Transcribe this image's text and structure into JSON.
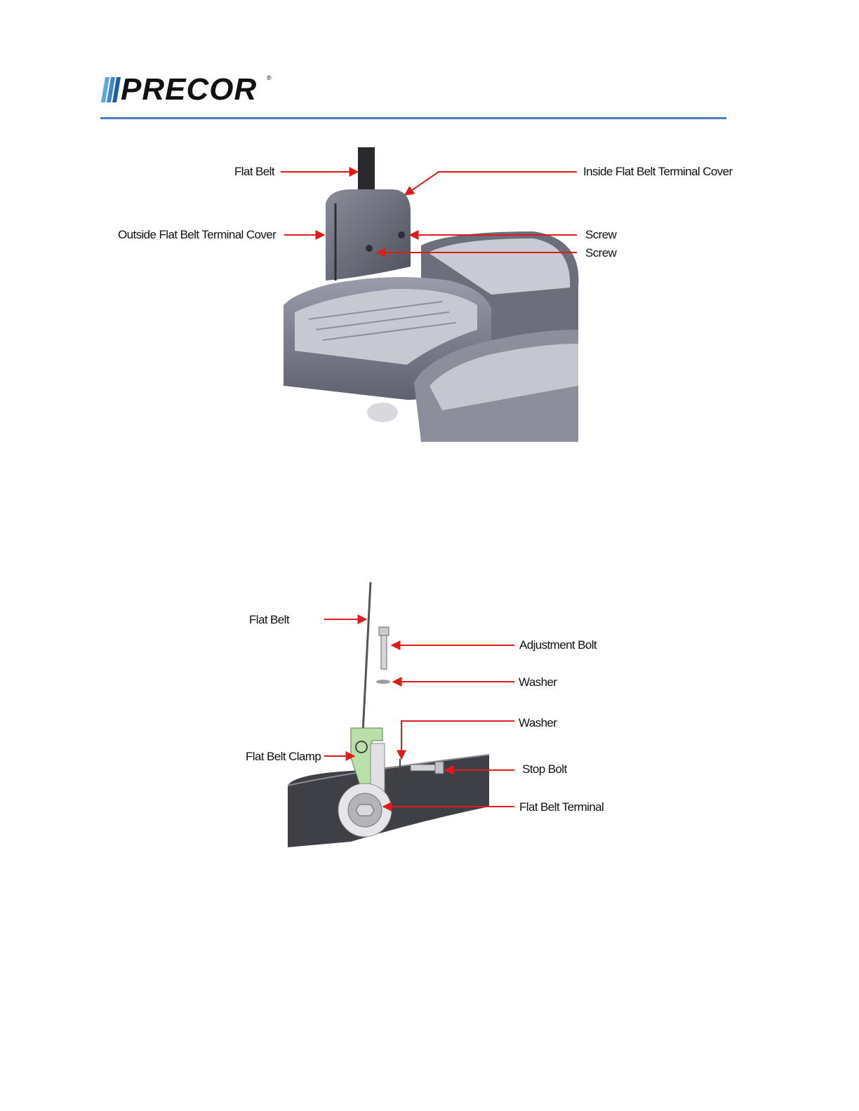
{
  "header": {
    "brand": "PRECOR",
    "registered_mark": "®",
    "rule_color": "#4a7cc0"
  },
  "figure1": {
    "labels": {
      "flat_belt": "Flat Belt",
      "outside_cover": "Outside Flat Belt Terminal Cover",
      "inside_cover": "Inside Flat Belt Terminal Cover",
      "screw_1": "Screw",
      "screw_2": "Screw"
    }
  },
  "figure2": {
    "labels": {
      "flat_belt": "Flat Belt",
      "adjustment_bolt": "Adjustment Bolt",
      "washer_1": "Washer",
      "washer_2": "Washer",
      "flat_belt_clamp": "Flat Belt Clamp",
      "stop_bolt": "Stop Bolt",
      "flat_belt_terminal": "Flat Belt Terminal"
    }
  },
  "colors": {
    "arrow": "#e01b1b",
    "pedal": "#7b7d8c",
    "clamp": "#b8e0a8"
  }
}
